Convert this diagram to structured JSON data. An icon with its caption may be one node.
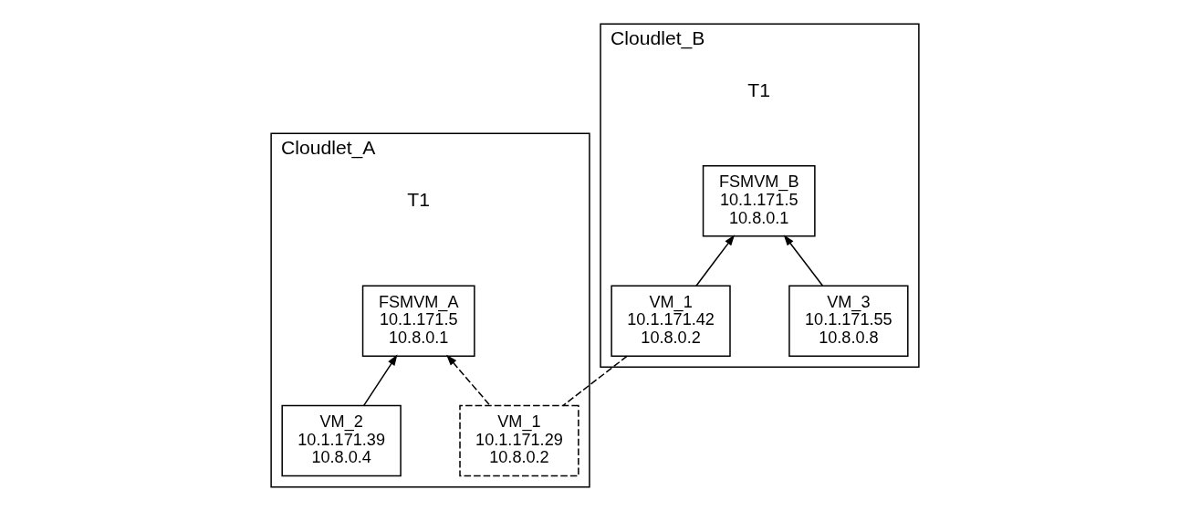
{
  "diagram": {
    "nodes": [
      {
        "text": [
          "Cloudlet_A"
        ]
      },
      {
        "text": [
          "FSMVM_A 10.1.171.5 10.8.0.1"
        ],
        "in": 0
      },
      {
        "text": [
          "VM_2 10.1.171.39 10.8.0.4"
        ],
        "in": 0
      },
      {
        "text": [
          "VM_1 10.1.171.29 10.8.0.2"
        ],
        "in": 0
      },
      {
        "text": [
          "Cloudlet_B"
        ]
      },
      {
        "text": [
          "FSMVM_B 10.1.171.5 10.8.0.1"
        ],
        "in": 4
      },
      {
        "text": [
          "VM_1 10.1.171.42 10.8.0.2"
        ],
        "in": 4
      },
      {
        "text": [
          "VM_3 10.1.171.55 10.8.0.8"
        ],
        "in": 4
      }
    ],
    "edges": [
      {
        "from": 3,
        "to": 1,
        "arrow": "to",
        "style": "dashed"
      },
      {
        "from": 2,
        "to": 1,
        "arrow": "to"
      },
      {
        "from": 3,
        "to": 6,
        "arrow": "none",
        "style": "dashed"
      },
      {
        "from": 6,
        "to": 5,
        "arrow": "to"
      },
      {
        "from": 7,
        "to": 5,
        "arrow": "to"
      }
    ],
    "labels": [
      "T1",
      "T1"
    ]
  }
}
